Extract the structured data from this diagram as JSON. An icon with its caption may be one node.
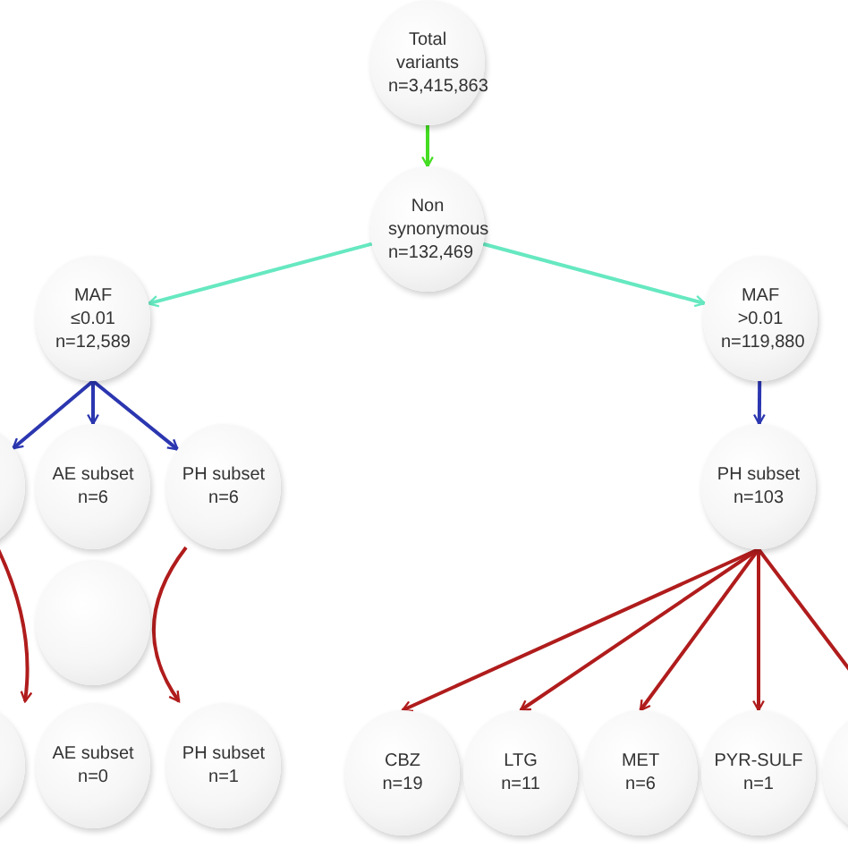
{
  "diagram": {
    "nodes": [
      {
        "text": [
          "Total variants n=3,415,863"
        ]
      },
      {
        "text": [
          "Non synonymous n=132,469"
        ]
      },
      {
        "text": [
          "MAF ≤0.01 n=12,589"
        ]
      },
      {
        "text": [
          "MAF >0.01 n=119,880"
        ]
      },
      {
        "text": [],
        "shape": "circle"
      },
      {
        "text": [
          "AE subset n=6"
        ]
      },
      {
        "text": [
          "PH subset n=6"
        ]
      },
      {
        "text": [
          "PH subset n=103"
        ]
      },
      {
        "text": [],
        "shape": "circle"
      },
      {
        "text": [],
        "shape": "circle"
      },
      {
        "text": [
          "AE subset n=0"
        ]
      },
      {
        "text": [
          "PH subset n=1"
        ]
      },
      {
        "text": [
          "CBZ n=19"
        ]
      },
      {
        "text": [
          "LTG n=11"
        ]
      },
      {
        "text": [
          "MET n=6"
        ]
      },
      {
        "text": [
          "PYR-SULF n=1"
        ]
      },
      {
        "text": [],
        "shape": "circle"
      }
    ],
    "edges": [
      {
        "from": 0,
        "to": 1,
        "arrow": "to",
        "color": "#44dd22"
      },
      {
        "from": 1,
        "to": 2,
        "arrow": "to",
        "color": "#66e8c0"
      },
      {
        "from": 1,
        "to": 3,
        "arrow": "to",
        "color": "#66e8c0"
      },
      {
        "from": 2,
        "to": 4,
        "arrow": "to",
        "color": "#2b36b0"
      },
      {
        "from": 2,
        "to": 5,
        "arrow": "to",
        "color": "#2b36b0"
      },
      {
        "from": 2,
        "to": 6,
        "arrow": "to",
        "color": "#2b36b0"
      },
      {
        "from": 3,
        "to": 7,
        "arrow": "to",
        "color": "#2b36b0"
      },
      {
        "from": 4,
        "to": 9,
        "arrow": "to"
      },
      {
        "from": 6,
        "to": 11,
        "arrow": "to"
      },
      {
        "from": 7,
        "to": 12,
        "arrow": "to"
      },
      {
        "from": 7,
        "to": 13,
        "arrow": "to"
      },
      {
        "from": 7,
        "to": 14,
        "arrow": "to"
      },
      {
        "from": 7,
        "to": 15,
        "arrow": "to"
      },
      {
        "from": 7,
        "to": 16,
        "arrow": "to"
      }
    ]
  }
}
